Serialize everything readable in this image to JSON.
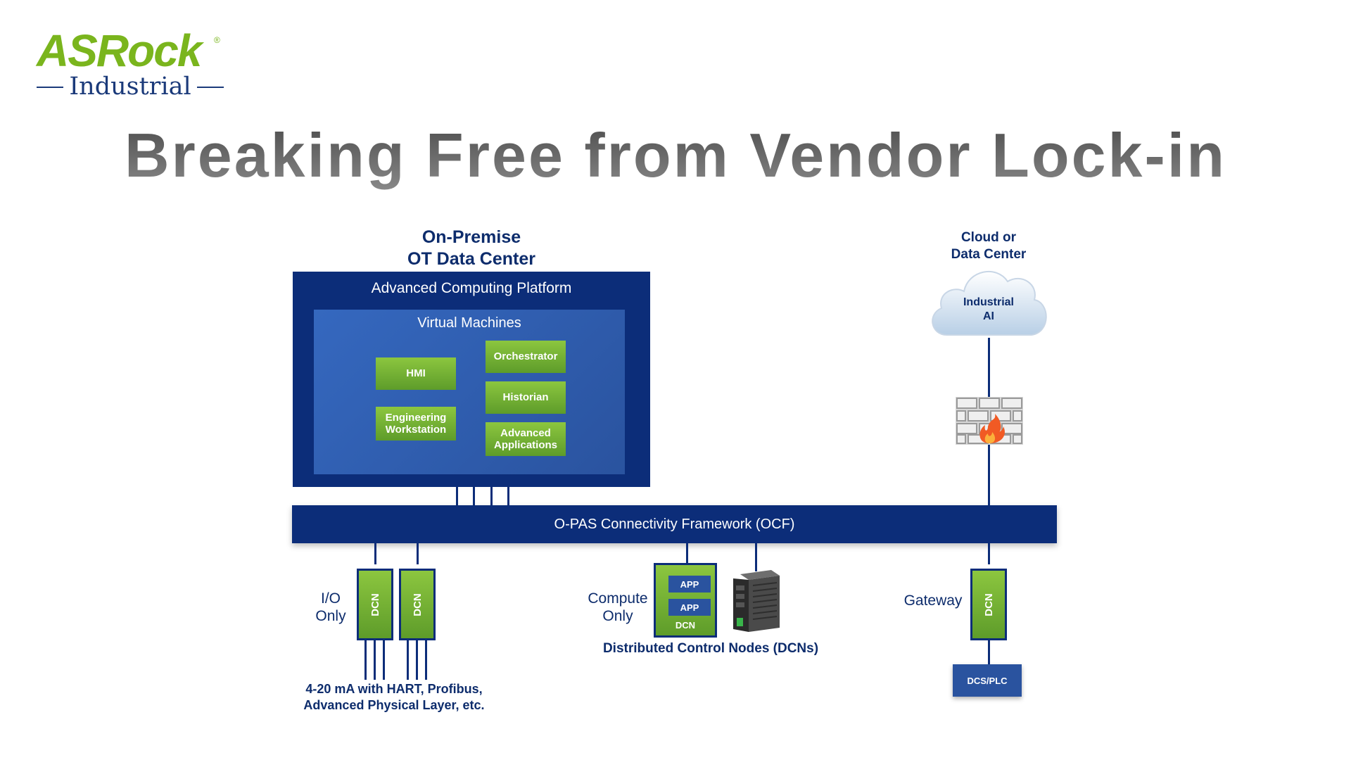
{
  "logo": {
    "brand": "ASRock",
    "registered": "®",
    "sub": "Industrial"
  },
  "title": "Breaking Free from Vendor Lock-in",
  "on_premise": {
    "line1": "On-Premise",
    "line2": "OT Data Center"
  },
  "cloud": {
    "line1": "Cloud or",
    "line2": "Data Center",
    "inner1": "Industrial",
    "inner2": "AI"
  },
  "platform": {
    "title": "Advanced Computing Platform",
    "vm_title": "Virtual Machines",
    "apps": {
      "hmi": "HMI",
      "eng1": "Engineering",
      "eng2": "Workstation",
      "orchestrator": "Orchestrator",
      "historian": "Historian",
      "adv1": "Advanced",
      "adv2": "Applications"
    }
  },
  "bus": "O-PAS Connectivity Framework (OCF)",
  "io": {
    "line1": "I/O",
    "line2": "Only",
    "dcn": "DCN"
  },
  "io_note": {
    "line1": "4-20 mA with HART, Profibus,",
    "line2": "Advanced Physical Layer, etc."
  },
  "compute": {
    "line1": "Compute",
    "line2": "Only",
    "app1": "APP",
    "app2": "APP",
    "dcn": "DCN"
  },
  "dcn_caption": "Distributed Control Nodes (DCNs)",
  "gateway": {
    "label": "Gateway",
    "dcn": "DCN",
    "target": "DCS/PLC"
  },
  "colors": {
    "navy": "#0c2d79",
    "green": "#7ab51d",
    "blue": "#2a539f"
  }
}
